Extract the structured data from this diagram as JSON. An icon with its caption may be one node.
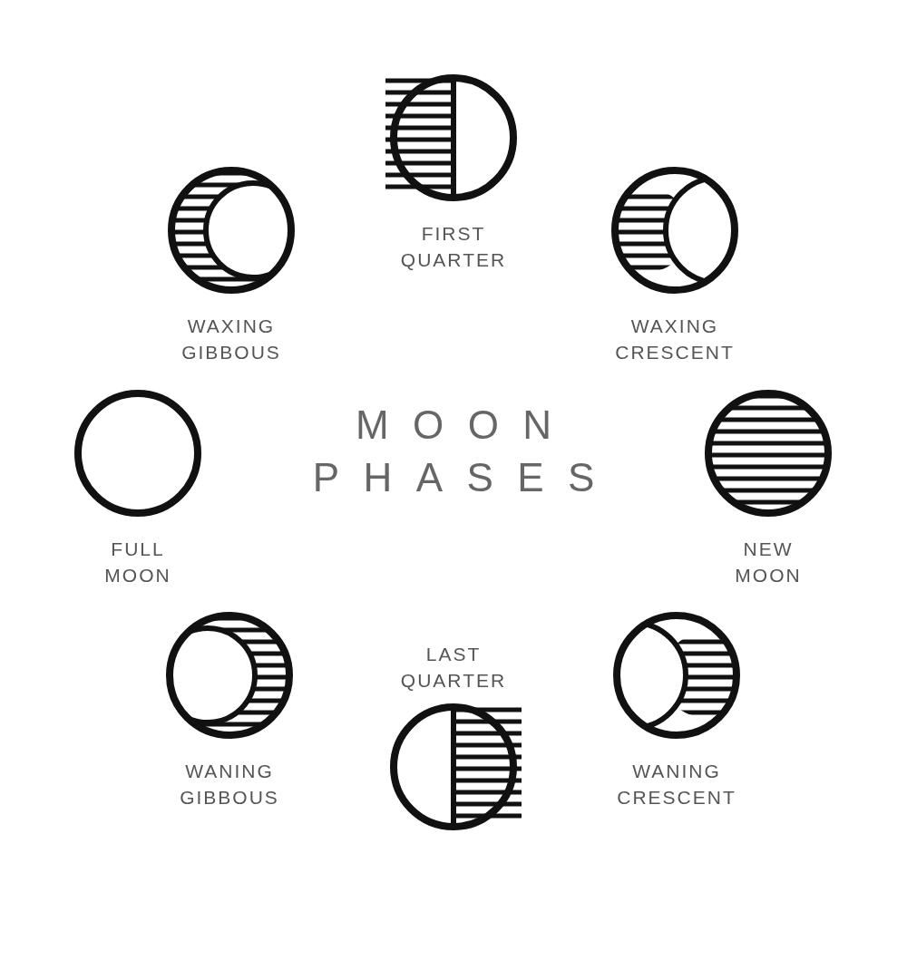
{
  "diagram": {
    "title": "MOON PHASES",
    "nodes": [
      {
        "text": [
          "FIRST QUARTER"
        ]
      },
      {
        "text": [
          "WAXING GIBBOUS"
        ]
      },
      {
        "text": [
          "WAXING CRESCENT"
        ]
      },
      {
        "text": [
          "FULL MOON"
        ]
      },
      {
        "text": [
          "NEW MOON"
        ]
      },
      {
        "text": [
          "WANING GIBBOUS"
        ]
      },
      {
        "text": [
          "LAST QUARTER"
        ]
      },
      {
        "text": [
          "WANING CRESCENT"
        ]
      }
    ],
    "edges": []
  }
}
